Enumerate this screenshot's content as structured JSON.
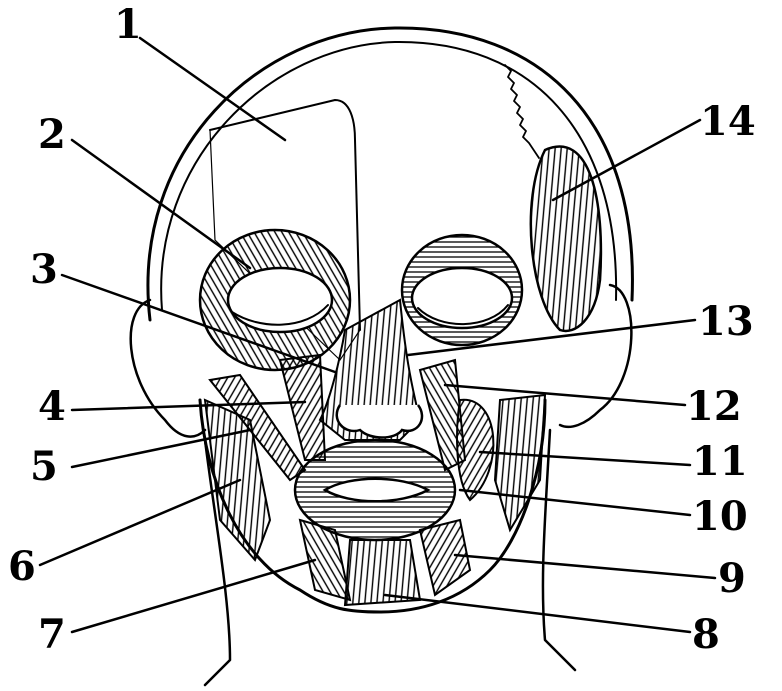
{
  "labels": {
    "l1": "1",
    "l2": "2",
    "l3": "3",
    "l4": "4",
    "l5": "5",
    "l6": "6",
    "l7": "7",
    "l8": "8",
    "l9": "9",
    "l10": "10",
    "l11": "11",
    "l12": "12",
    "l13": "13",
    "l14": "14"
  },
  "colors": {
    "ink": "#000000",
    "background": "#ffffff"
  }
}
